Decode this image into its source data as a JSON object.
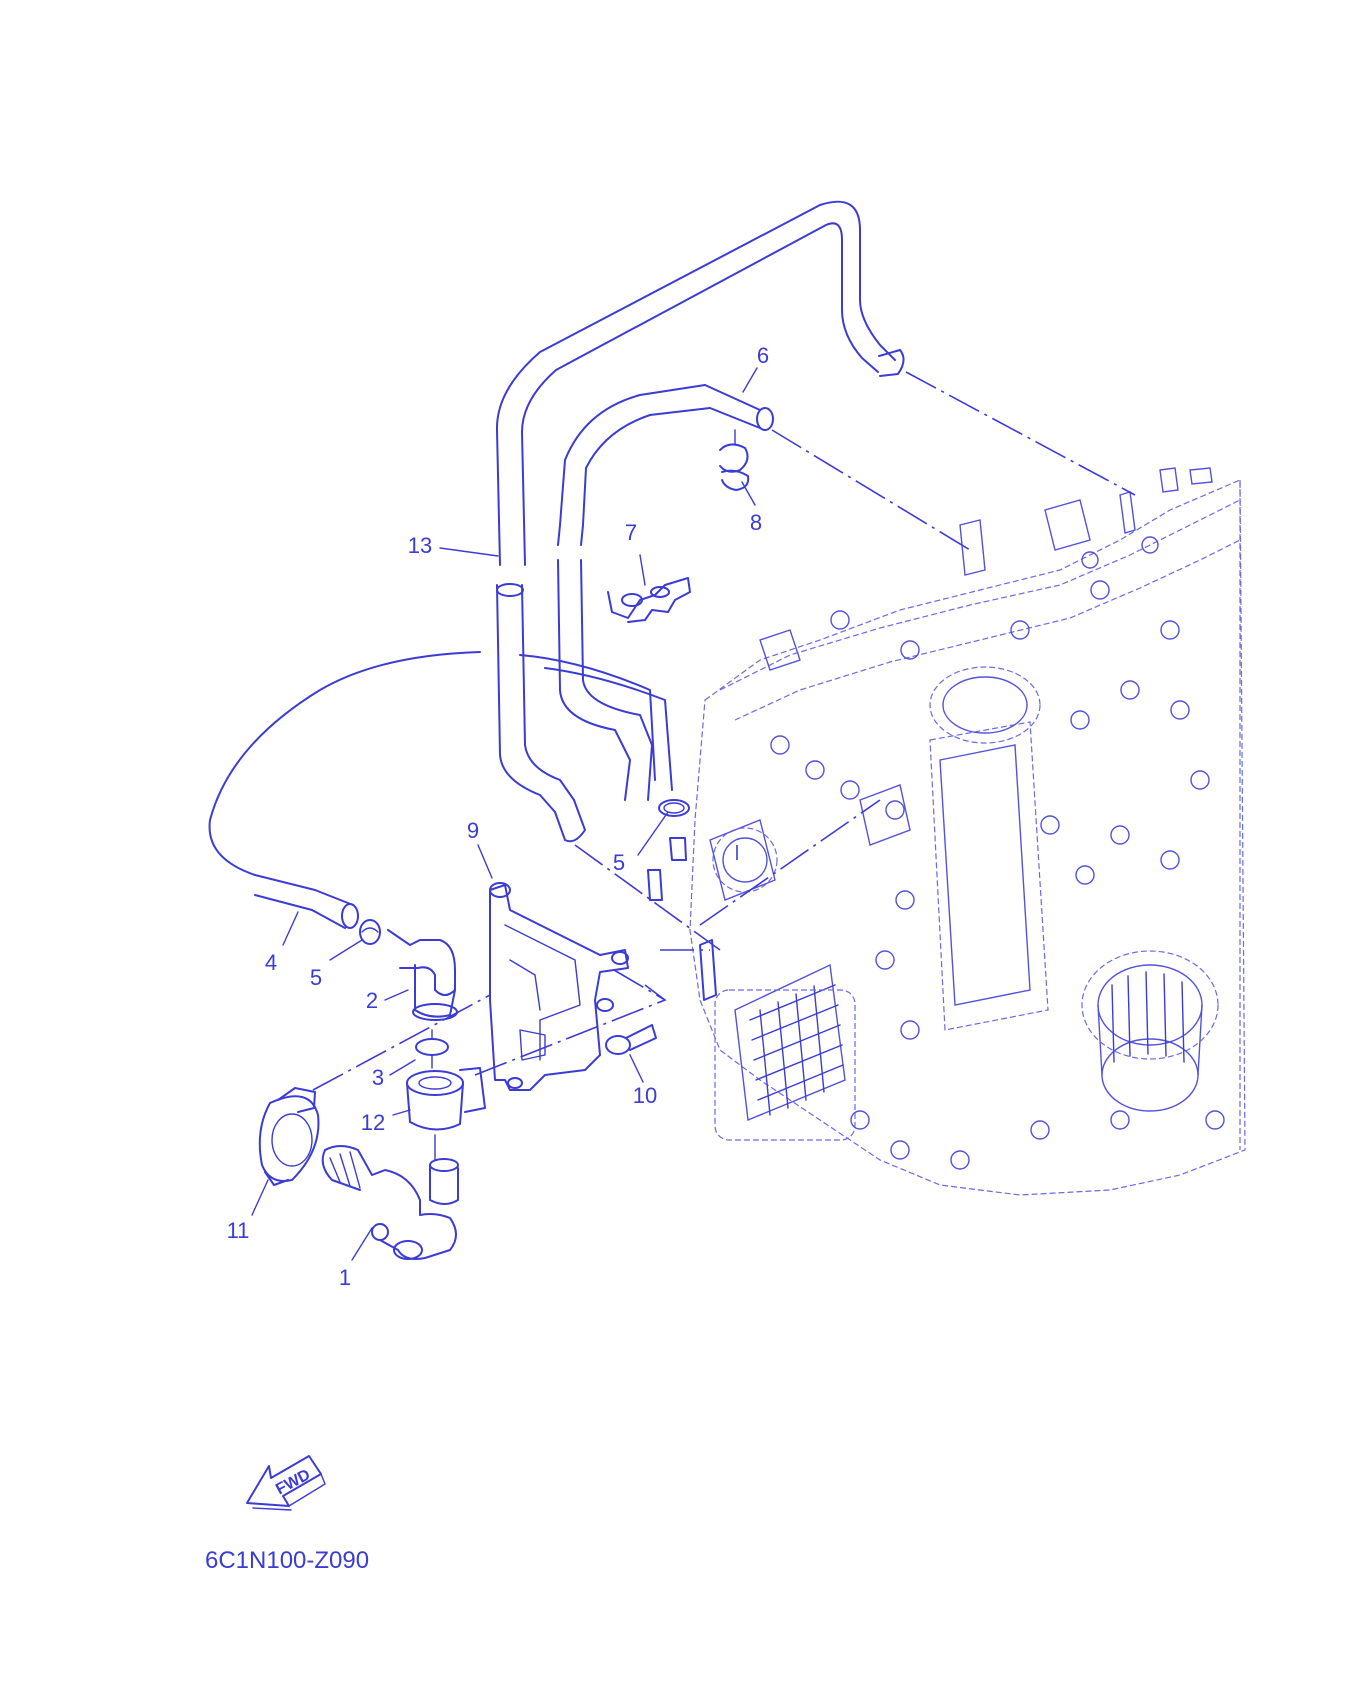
{
  "diagram": {
    "drawing_code": "6C1N100-Z090",
    "forward_marker": "FWD",
    "accent_color": "#3b3bd6",
    "callouts": {
      "c1": "1",
      "c2": "2",
      "c3": "3",
      "c4": "4",
      "c5a": "5",
      "c5b": "5",
      "c6": "6",
      "c7": "7",
      "c8": "8",
      "c9": "9",
      "c10": "10",
      "c11": "11",
      "c12": "12",
      "c13": "13"
    }
  }
}
